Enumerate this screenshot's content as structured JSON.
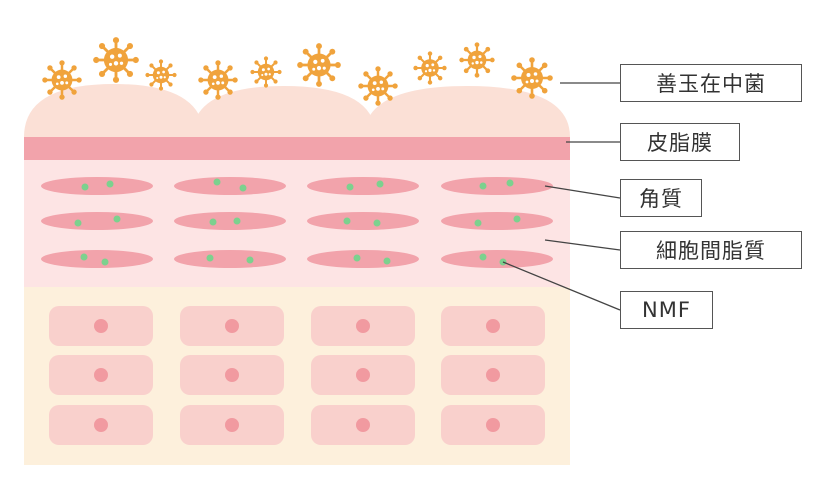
{
  "labels": {
    "bacteria": "善玉在中菌",
    "sebum": "皮脂膜",
    "keratin": "角質",
    "intercellular_lipid": "細胞間脂質",
    "nmf": "NMF"
  },
  "icons": {
    "bacteria": "bacteria-icon"
  },
  "colors": {
    "bacteria": "#f0a33c",
    "bacteria_center": "#ffffff",
    "dome": "#fbe0d6",
    "sebum_layer": "#f2a3ab",
    "stratum_corneum_bg": "#fde4e4",
    "keratin_cell": "#f2a3ab",
    "nmf_dot": "#7cd18e",
    "lower_bg": "#fdf0dc",
    "lower_cell": "#f9d0cc",
    "nucleus": "#f19aa0",
    "line": "#444444"
  }
}
